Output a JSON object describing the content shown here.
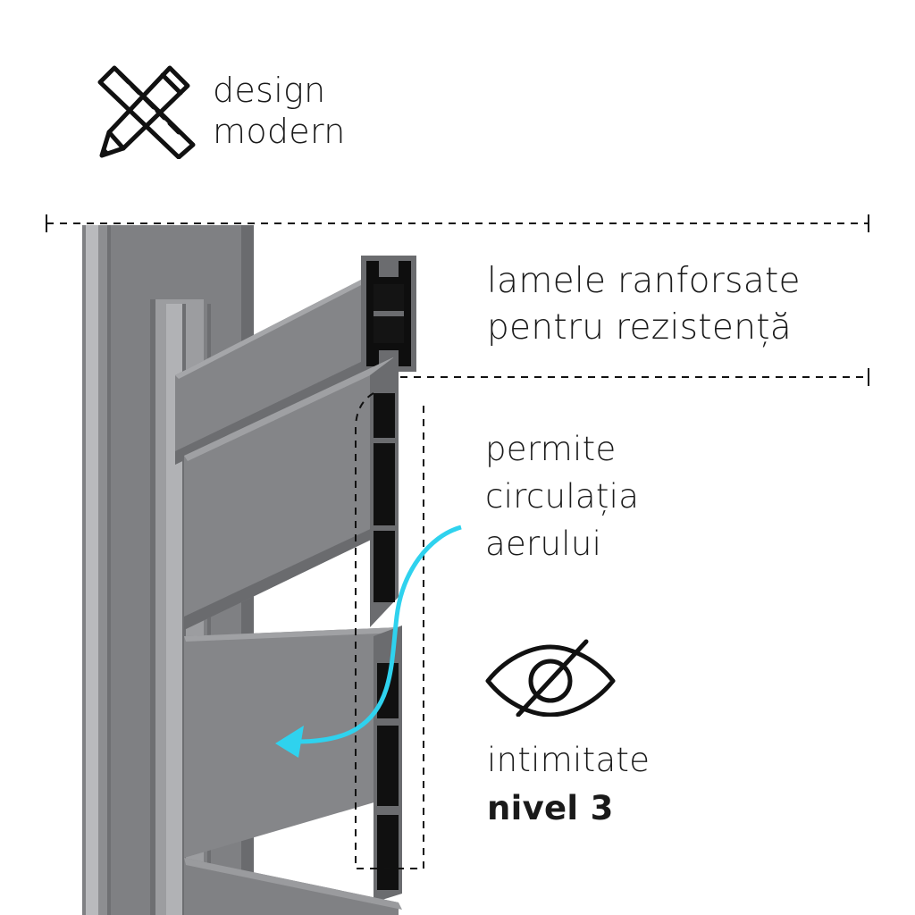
{
  "features": {
    "design": {
      "line1": "design",
      "line2": "modern",
      "icon": "ruler-pencil-icon"
    },
    "slats": {
      "line1": "lamele ranforsate",
      "line2": "pentru rezistență"
    },
    "airflow": {
      "line1": "permite",
      "line2": "circulația",
      "line3": "aerului",
      "arrow_color": "#2fd2ee"
    },
    "privacy": {
      "line1": "intimitate",
      "line2": "nivel 3",
      "icon": "eye-slash-icon"
    }
  },
  "colors": {
    "panel": "#808184",
    "panel_light": "#9a9b9e",
    "panel_dark": "#5e5f62",
    "text": "#1a1a1a",
    "accent": "#2fd2ee"
  }
}
